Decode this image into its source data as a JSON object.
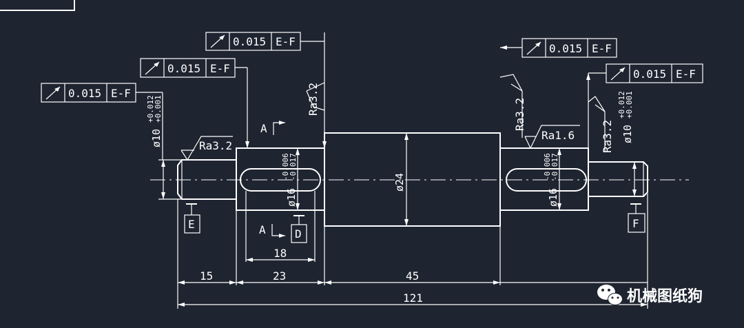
{
  "tolerance_frames": [
    {
      "value": "0.015",
      "datum": "E-F"
    },
    {
      "value": "0.015",
      "datum": "E-F"
    },
    {
      "value": "0.015",
      "datum": "E-F"
    },
    {
      "value": "0.015",
      "datum": "E-F"
    }
  ],
  "roughness": {
    "ra32_a": "Ra3.2",
    "ra32_b": "Ra3.2",
    "ra32_c": "Ra3.2",
    "ra32_d": "Ra3.2",
    "ra16": "Ra1.6"
  },
  "section_marks": {
    "a_top": "A",
    "a_bottom": "A"
  },
  "datums": {
    "e": "E",
    "d": "D",
    "f": "F"
  },
  "diameters": {
    "left_end": "ø10",
    "left_end_upper": "+0.012",
    "left_end_lower": "+0.001",
    "right_end": "ø10",
    "right_end_upper": "+0.012",
    "right_end_lower": "+0.001",
    "left_key": "ø16",
    "left_key_upper": "-0.006",
    "left_key_lower": "-0.017",
    "right_key": "ø16",
    "right_key_upper": "-0.006",
    "right_key_lower": "-0.017",
    "center": "ø24"
  },
  "lengths": {
    "d18": "18",
    "d15": "15",
    "d23": "23",
    "d45": "45",
    "d121": "121"
  },
  "watermark": {
    "text": "机械图纸狗",
    "icon": "wechat-icon"
  }
}
